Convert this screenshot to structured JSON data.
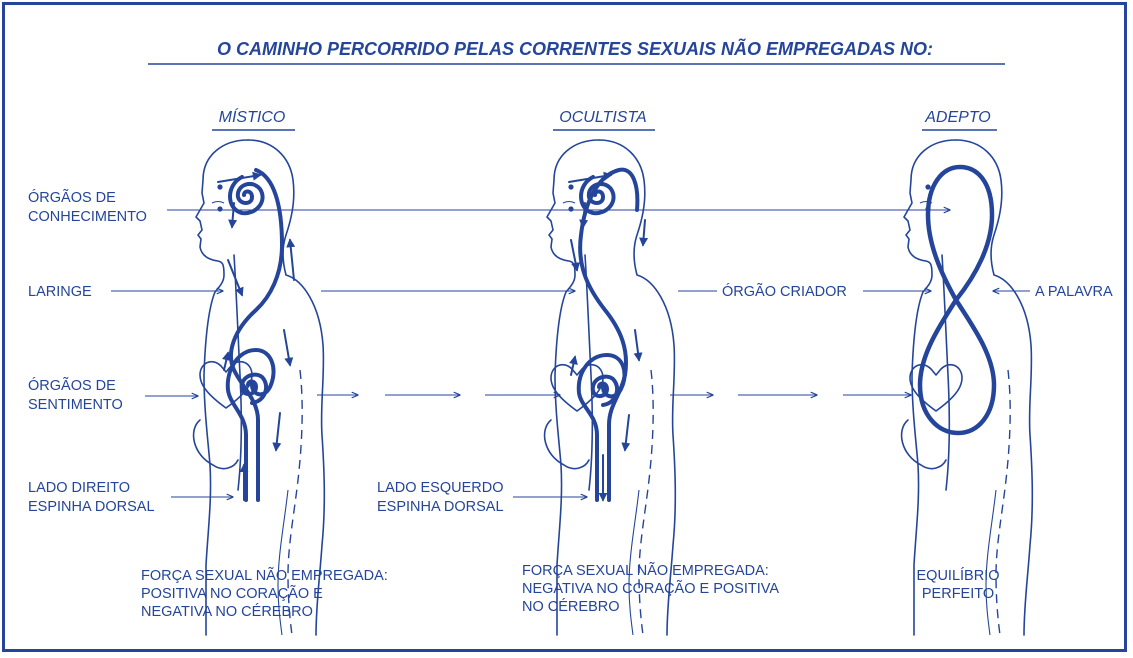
{
  "title": "O CAMINHO PERCORRIDO PELAS CORRENTES SEXUAIS NÃO EMPREGADAS NO:",
  "columns": {
    "mistico": "MÍSTICO",
    "ocultista": "OCULTISTA",
    "adepto": "ADEPTO"
  },
  "labels": {
    "conhecimento_1": "ÓRGÃOS DE",
    "conhecimento_2": "CONHECIMENTO",
    "laringe": "LARINGE",
    "sentimento_1": "ÓRGÃOS DE",
    "sentimento_2": "SENTIMENTO",
    "direito_1": "LADO DIREITO",
    "direito_2": "ESPINHA DORSAL",
    "esquerdo_1": "LADO ESQUERDO",
    "esquerdo_2": "ESPINHA DORSAL",
    "orgao_criador": "ÓRGÃO CRIADOR",
    "a_palavra": "A PALAVRA"
  },
  "captions": {
    "mistico": [
      "FORÇA SEXUAL NÃO EMPREGADA:",
      "POSITIVA NO CORAÇÃO E",
      "NEGATIVA NO CÉREBRO"
    ],
    "ocultista": [
      "FORÇA SEXUAL NÃO EMPREGADA:",
      "NEGATIVA NO CORAÇÃO E POSITIVA",
      "NO CÉREBRO"
    ],
    "adepto": [
      "EQUILÍBRIO",
      "PERFEITO"
    ]
  },
  "colors": {
    "ink": "#24459a"
  }
}
